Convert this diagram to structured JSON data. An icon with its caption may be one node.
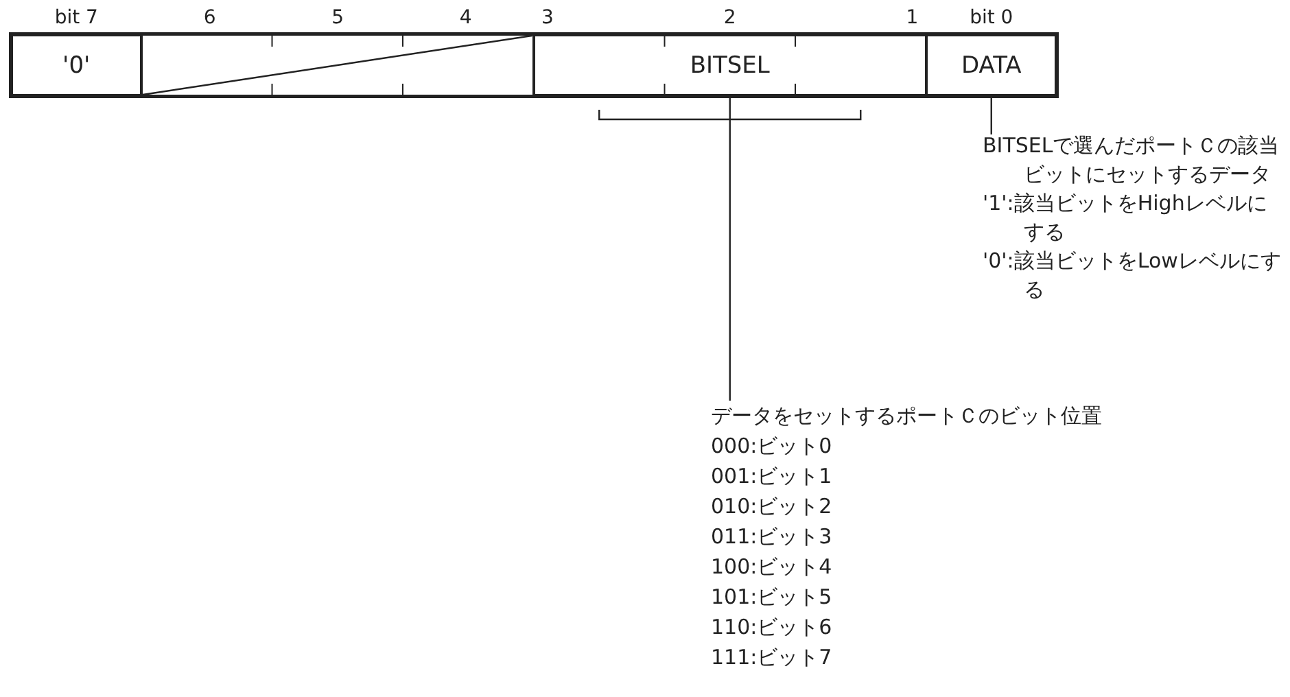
{
  "diagram": {
    "nodes": [
      {
        "text": [
          "'0'"
        ]
      },
      {
        "text": [],
        "shape": "box"
      },
      {
        "text": [
          "BITSEL"
        ]
      },
      {
        "text": [
          "DATA"
        ]
      },
      {
        "text": [
          "BITSELで選んだポートＣの該当ビットにセットするデータ",
          "'1':該当ビットをHighレベルにする",
          "'0':該当ビットをLowレベルにする"
        ]
      },
      {
        "text": [
          "データをセットするポートＣのビット位置",
          "000:ビット0",
          "001:ビット1",
          "010:ビット2",
          "011:ビット3",
          "100:ビット4",
          "101:ビット5",
          "110:ビット6",
          "111:ビット7"
        ]
      }
    ],
    "edges": [
      {
        "from": 4,
        "to": 3,
        "arrow": "none"
      },
      {
        "from": 5,
        "to": 2,
        "arrow": "none"
      }
    ],
    "labels": [
      "bit 7",
      "6",
      "5",
      "4",
      "3",
      "2",
      "1",
      "bit 0"
    ]
  }
}
